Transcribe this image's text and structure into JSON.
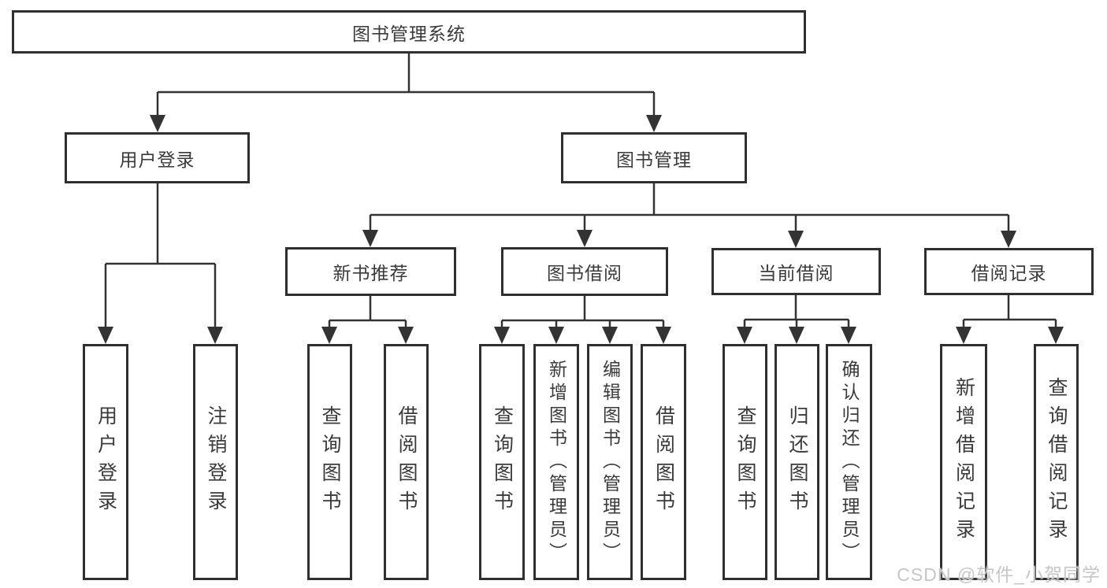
{
  "root": {
    "label": "图书管理系统"
  },
  "branches": {
    "user_login": {
      "label": "用户登录",
      "children": [
        "用户登录",
        "注销登录"
      ]
    },
    "book_mgmt": {
      "label": "图书管理"
    }
  },
  "sections": {
    "new_books": {
      "label": "新书推荐",
      "children": [
        "查询图书",
        "借阅图书"
      ]
    },
    "borrow": {
      "label": "图书借阅",
      "children": [
        "查询图书",
        "新增图书（管理员）",
        "编辑图书（管理员）",
        "借阅图书"
      ]
    },
    "current": {
      "label": "当前借阅",
      "children": [
        "查询图书",
        "归还图书",
        "确认归还（管理员）"
      ]
    },
    "records": {
      "label": "借阅记录",
      "children": [
        "新增借阅记录",
        "查询借阅记录"
      ]
    }
  },
  "watermark": {
    "text": "CSDN @软件_小贺同学",
    "color": "#c6c6c6"
  },
  "colors": {
    "line": "#333333",
    "border": "#2f2f2f",
    "fill": "#ffffff",
    "text": "#3a3a3a"
  }
}
